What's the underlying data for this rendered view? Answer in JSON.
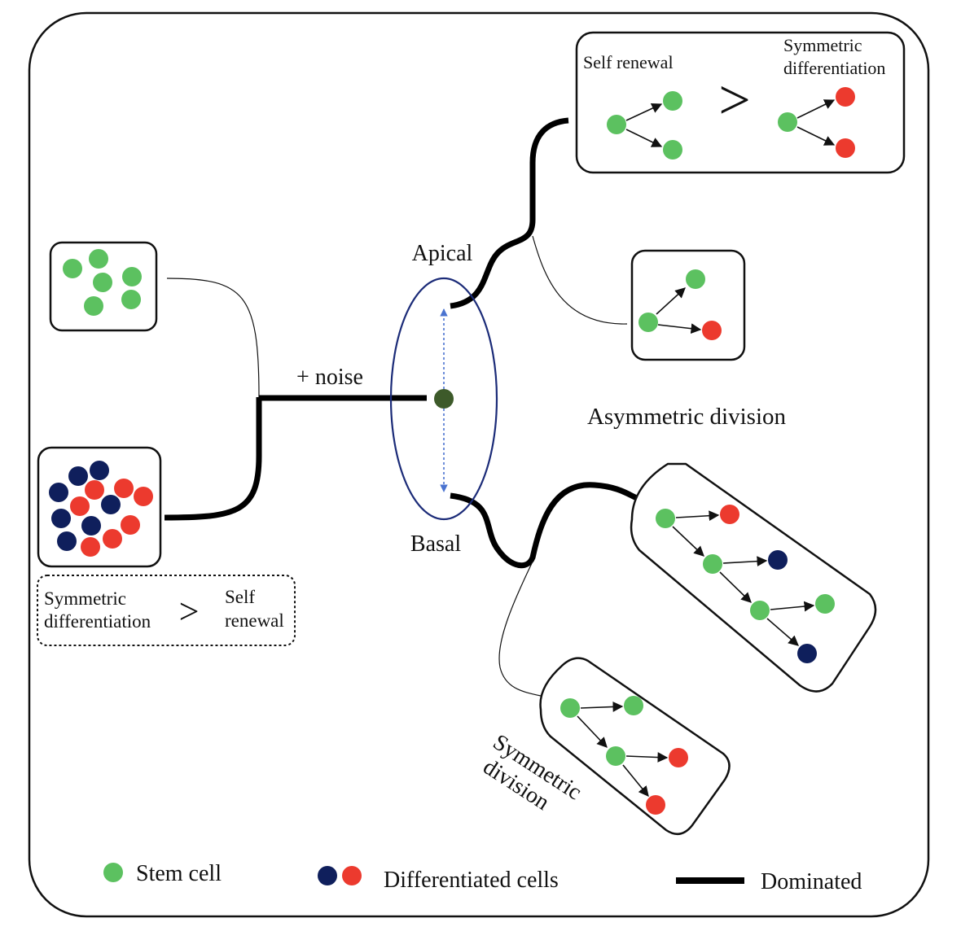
{
  "colors": {
    "stem": "#5cc160",
    "diff_red": "#ec3a2e",
    "diff_navy": "#0f1f5c",
    "center_dot": "#3d5a2a",
    "axis_arrow": "#4a73d0",
    "ellipse": "#1b2b78"
  },
  "labels": {
    "apical": "Apical",
    "basal": "Basal",
    "noise": "+ noise",
    "asymmetric_division": "Asymmetric division",
    "symmetric_division_line1": "Symmetric",
    "symmetric_division_line2": "division",
    "top_self_renewal": "Self renewal",
    "top_symmetric_line1": "Symmetric",
    "top_symmetric_line2": "differentiation",
    "top_comparator": ">",
    "left_symmetric_line1": "Symmetric",
    "left_symmetric_line2": "differentiation",
    "left_comparator": ">",
    "left_self_line1": "Self",
    "left_self_line2": "renewal"
  },
  "legend": {
    "stem_cell": "Stem cell",
    "differentiated_cells": "Differentiated cells",
    "dominated": "Dominated"
  }
}
